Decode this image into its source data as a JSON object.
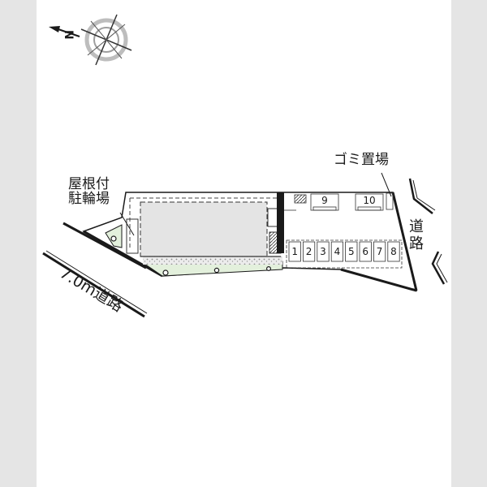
{
  "labels": {
    "roof_bike_parking_line1": "屋根付",
    "roof_bike_parking_line2": "駐輪場",
    "garbage_area": "ゴミ置場",
    "road_left": "7.0m道路",
    "road_right": "道路",
    "compass_letter": "N"
  },
  "parking_spots": [
    "1",
    "2",
    "3",
    "4",
    "5",
    "6",
    "7",
    "8",
    "9",
    "10"
  ],
  "colors": {
    "frame": "#e5e5e5",
    "paper": "#ffffff",
    "building": "#e4e4e4",
    "green": "#e3f0dc",
    "line": "#1a1a1a",
    "gravel": "#d8d8d8"
  }
}
